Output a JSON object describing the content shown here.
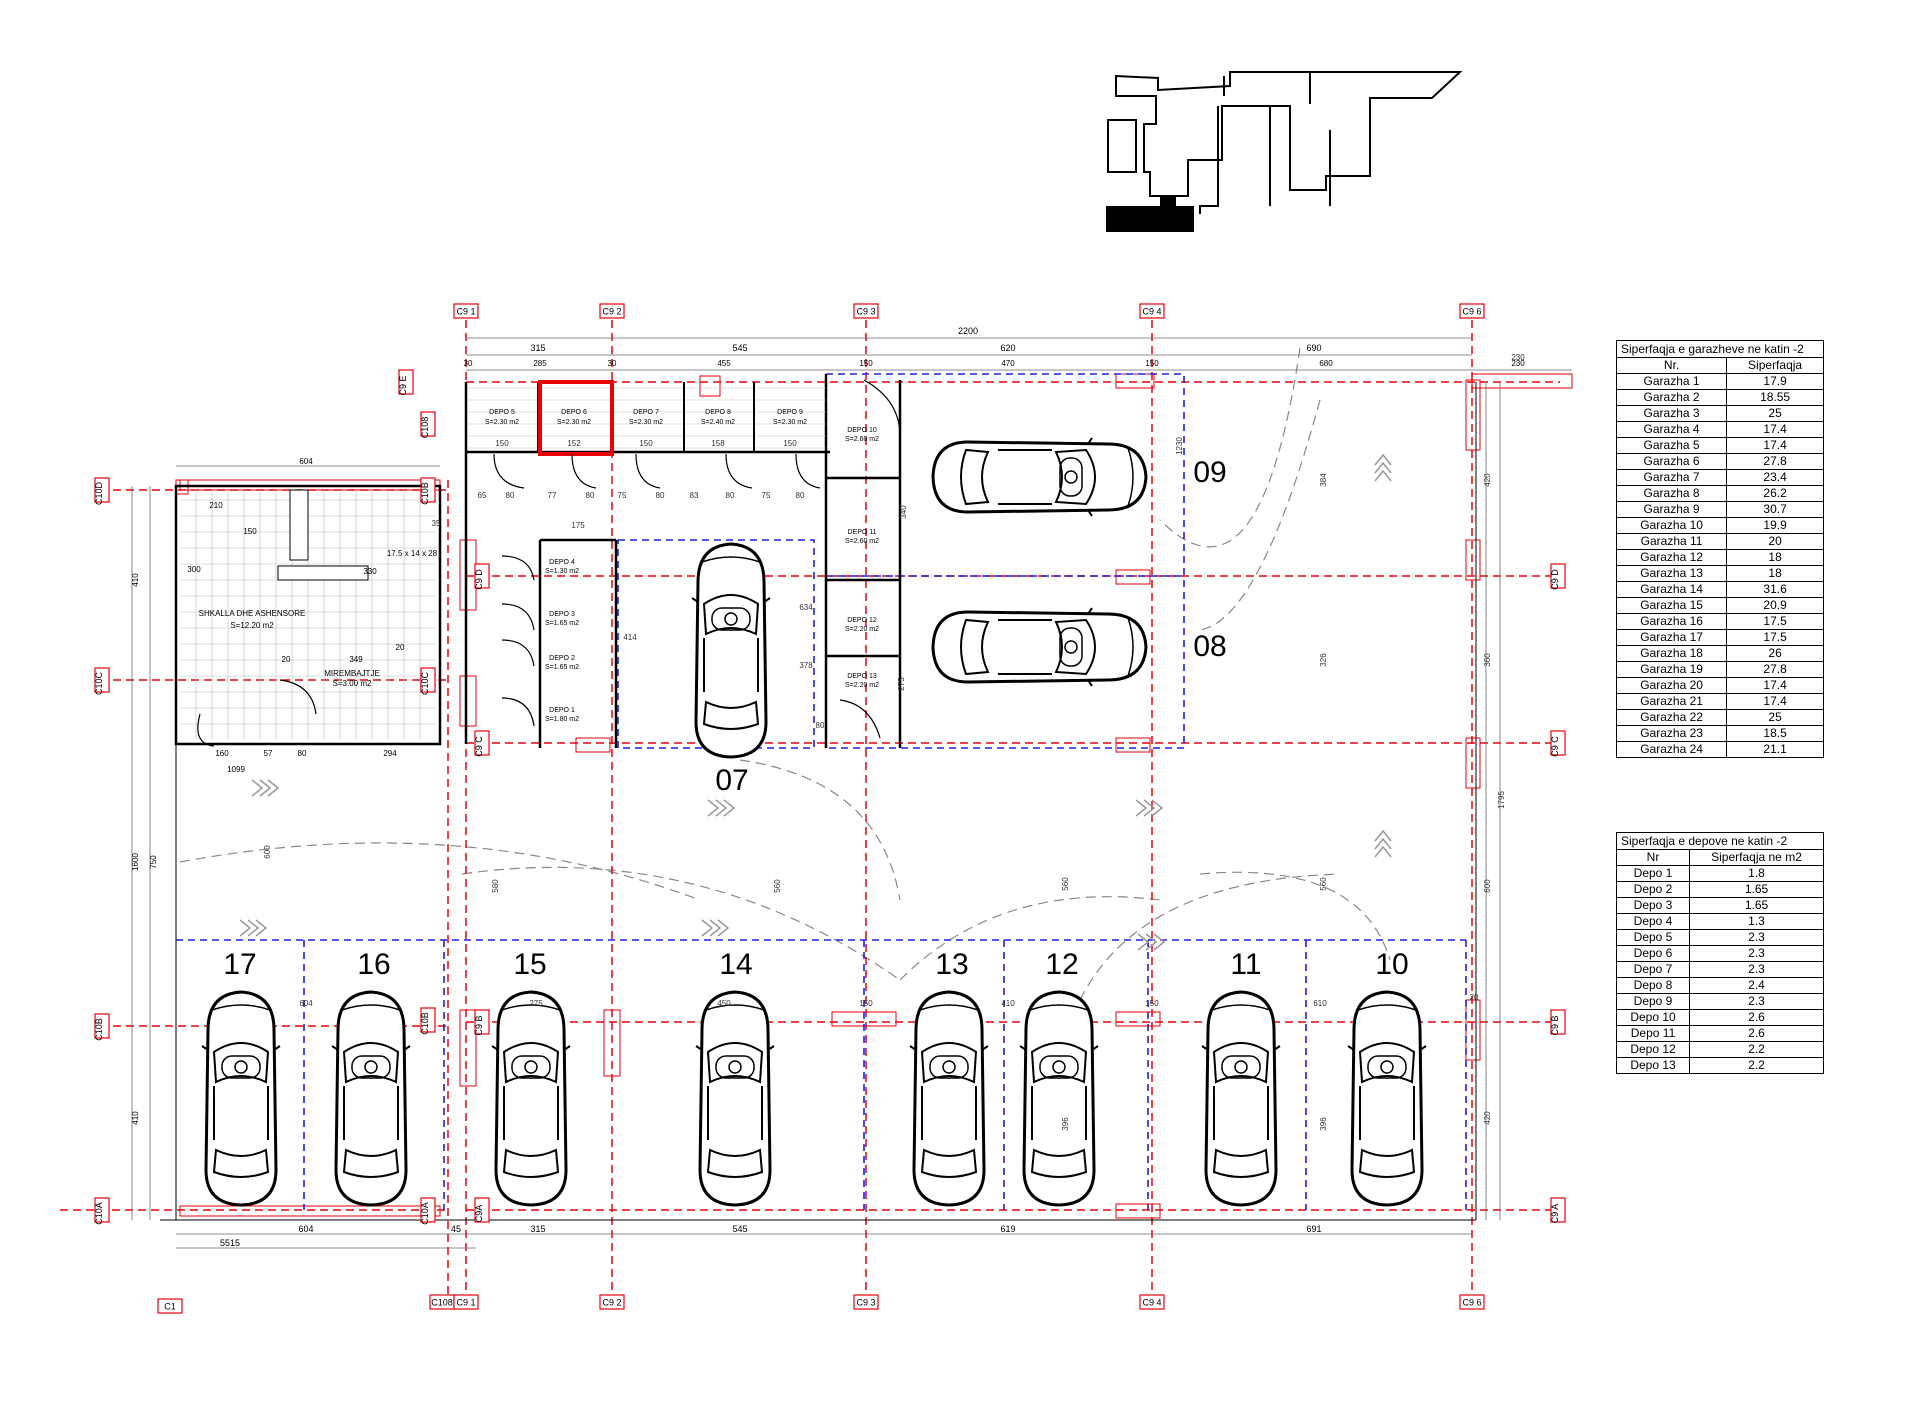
{
  "grid_labels": {
    "top": [
      "C9 1",
      "C9 2",
      "C9 3",
      "C9 4",
      "C9 6"
    ],
    "bottom": [
      "C108",
      "C9 1",
      "C9 2",
      "C9 3",
      "C9 4",
      "C9 6"
    ],
    "left_c10": [
      "C10D",
      "C10C",
      "C10B",
      "C10A"
    ],
    "right_c9": [
      "C9 D",
      "C9 C",
      "C9 B",
      "C9 A"
    ],
    "c10_col": [
      "C108",
      "C10B",
      "C10C",
      "C10B",
      "C10A"
    ],
    "c9_col": [
      "C9 D",
      "C9 C",
      "C9 B",
      "C9A"
    ],
    "c9e": "C9 E",
    "c1": "C1"
  },
  "dimensions": {
    "top_total": "2200",
    "top_segments": [
      "315",
      "545",
      "620",
      "690"
    ],
    "top_sub": [
      "30",
      "285",
      "30",
      "455",
      "150",
      "470",
      "150",
      "680",
      "230"
    ],
    "bottom_total": "5515",
    "bottom_segments": [
      "604",
      "45",
      "315",
      "545",
      "619",
      "691"
    ],
    "lobby": [
      "604",
      "210",
      "150",
      "300",
      "330",
      "17.5 x 14 x 28",
      "349",
      "20",
      "20",
      "160",
      "57",
      "80",
      "294",
      "1099"
    ],
    "left_side": [
      "410",
      "1600",
      "750",
      "410"
    ],
    "misc": [
      "65",
      "80",
      "77",
      "80",
      "75",
      "80",
      "83",
      "80",
      "75",
      "80",
      "150",
      "152",
      "150",
      "158",
      "150",
      "175",
      "414",
      "634",
      "378",
      "340",
      "275",
      "80",
      "604",
      "275",
      "450",
      "150",
      "410",
      "150",
      "610",
      "396",
      "396",
      "20",
      "1230",
      "384",
      "326",
      "600",
      "560",
      "560",
      "580",
      "560",
      "420",
      "360",
      "1795",
      "600",
      "420",
      "35",
      "230"
    ]
  },
  "rooms": {
    "lobby_label": "SHKALLA DHE ASHENSORE",
    "lobby_area": "S=12.20 m2",
    "toilet_label": "MIREMBAJTJE",
    "toilet_area": "S=3.00 m2"
  },
  "depots_top": [
    {
      "name": "DEPO 5",
      "area": "S=2.30 m2"
    },
    {
      "name": "DEPO 6",
      "area": "S=2.30 m2"
    },
    {
      "name": "DEPO 7",
      "area": "S=2.30 m2"
    },
    {
      "name": "DEPO 8",
      "area": "S=2.40 m2"
    },
    {
      "name": "DEPO 9",
      "area": "S=2.30 m2"
    }
  ],
  "depots_left": [
    {
      "name": "DEPO 4",
      "area": "S=1.30 m2"
    },
    {
      "name": "DEPO 3",
      "area": "S=1.65 m2"
    },
    {
      "name": "DEPO 2",
      "area": "S=1.65 m2"
    },
    {
      "name": "DEPO 1",
      "area": "S=1.80 m2"
    }
  ],
  "depots_mid": [
    {
      "name": "DEPO 10",
      "area": "S=2.60 m2"
    },
    {
      "name": "DEPO 11",
      "area": "S=2.60 m2"
    },
    {
      "name": "DEPO 12",
      "area": "S=2.20 m2"
    },
    {
      "name": "DEPO 13",
      "area": "S=2.20 m2"
    }
  ],
  "spots": [
    "17",
    "16",
    "15",
    "14",
    "13",
    "12",
    "11",
    "10",
    "09",
    "08",
    "07"
  ],
  "table_garages": {
    "title": "Siperfaqja e garazheve ne katin -2",
    "headers": [
      "Nr.",
      "Siperfaqja"
    ],
    "rows": [
      [
        "Garazha 1",
        "17.9"
      ],
      [
        "Garazha 2",
        "18.55"
      ],
      [
        "Garazha 3",
        "25"
      ],
      [
        "Garazha 4",
        "17.4"
      ],
      [
        "Garazha 5",
        "17.4"
      ],
      [
        "Garazha 6",
        "27.8"
      ],
      [
        "Garazha 7",
        "23.4"
      ],
      [
        "Garazha 8",
        "26.2"
      ],
      [
        "Garazha 9",
        "30.7"
      ],
      [
        "Garazha 10",
        "19.9"
      ],
      [
        "Garazha 11",
        "20"
      ],
      [
        "Garazha 12",
        "18"
      ],
      [
        "Garazha 13",
        "18"
      ],
      [
        "Garazha 14",
        "31.6"
      ],
      [
        "Garazha 15",
        "20.9"
      ],
      [
        "Garazha 16",
        "17.5"
      ],
      [
        "Garazha 17",
        "17.5"
      ],
      [
        "Garazha 18",
        "26"
      ],
      [
        "Garazha 19",
        "27.8"
      ],
      [
        "Garazha 20",
        "17.4"
      ],
      [
        "Garazha 21",
        "17.4"
      ],
      [
        "Garazha 22",
        "25"
      ],
      [
        "Garazha 23",
        "18.5"
      ],
      [
        "Garazha 24",
        "21.1"
      ]
    ]
  },
  "table_depots": {
    "title": "Siperfaqja e depove ne katin -2",
    "headers": [
      "Nr",
      "Siperfaqja ne m2"
    ],
    "rows": [
      [
        "Depo 1",
        "1.8"
      ],
      [
        "Depo 2",
        "1.65"
      ],
      [
        "Depo 3",
        "1.65"
      ],
      [
        "Depo 4",
        "1.3"
      ],
      [
        "Depo 5",
        "2.3"
      ],
      [
        "Depo 6",
        "2.3"
      ],
      [
        "Depo 7",
        "2.3"
      ],
      [
        "Depo 8",
        "2.4"
      ],
      [
        "Depo 9",
        "2.3"
      ],
      [
        "Depo 10",
        "2.6"
      ],
      [
        "Depo 11",
        "2.6"
      ],
      [
        "Depo 12",
        "2.2"
      ],
      [
        "Depo 13",
        "2.2"
      ]
    ]
  },
  "colors": {
    "grid_red": "#e8000b",
    "parking_blue": "#1f1fe0",
    "wall": "#000000",
    "dim": "#555555",
    "keyplan_fill": "#000000"
  },
  "icons": [
    "key-plan-icon",
    "car-icon",
    "chevron-arrow-icon",
    "stair-icon"
  ]
}
